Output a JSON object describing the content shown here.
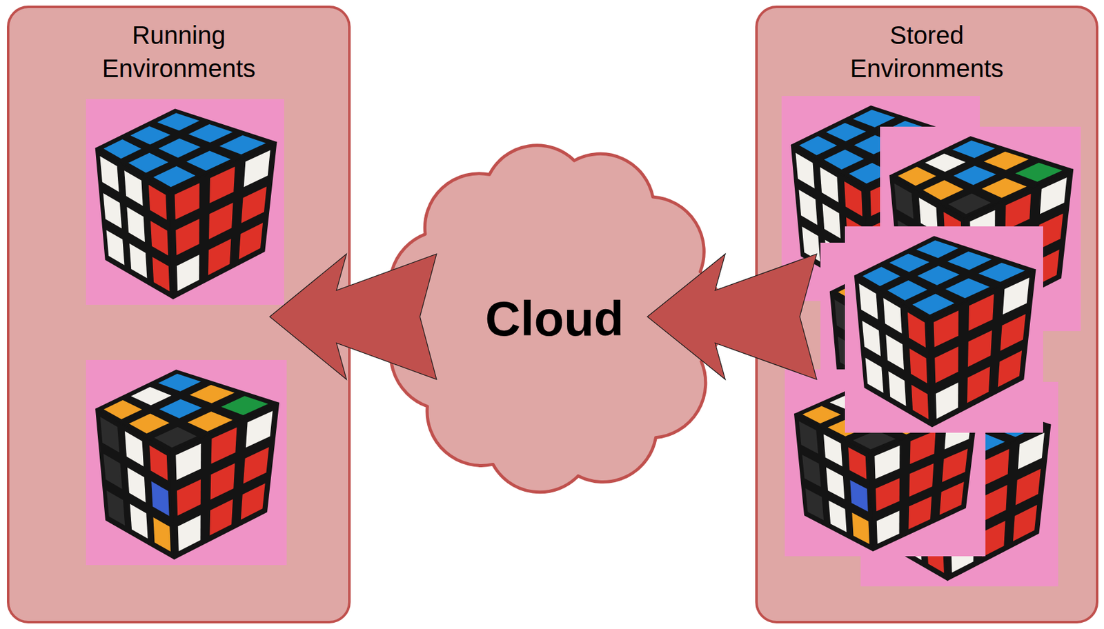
{
  "diagram": {
    "nodes": [
      {
        "text": [
          "Running Environments"
        ]
      },
      {
        "text": [
          "Cloud"
        ]
      },
      {
        "text": [
          "Stored Environments"
        ]
      }
    ],
    "edges": [
      {
        "from": 1,
        "to": 0,
        "arrow": "to"
      },
      {
        "from": 2,
        "to": 1,
        "arrow": "to"
      }
    ]
  }
}
